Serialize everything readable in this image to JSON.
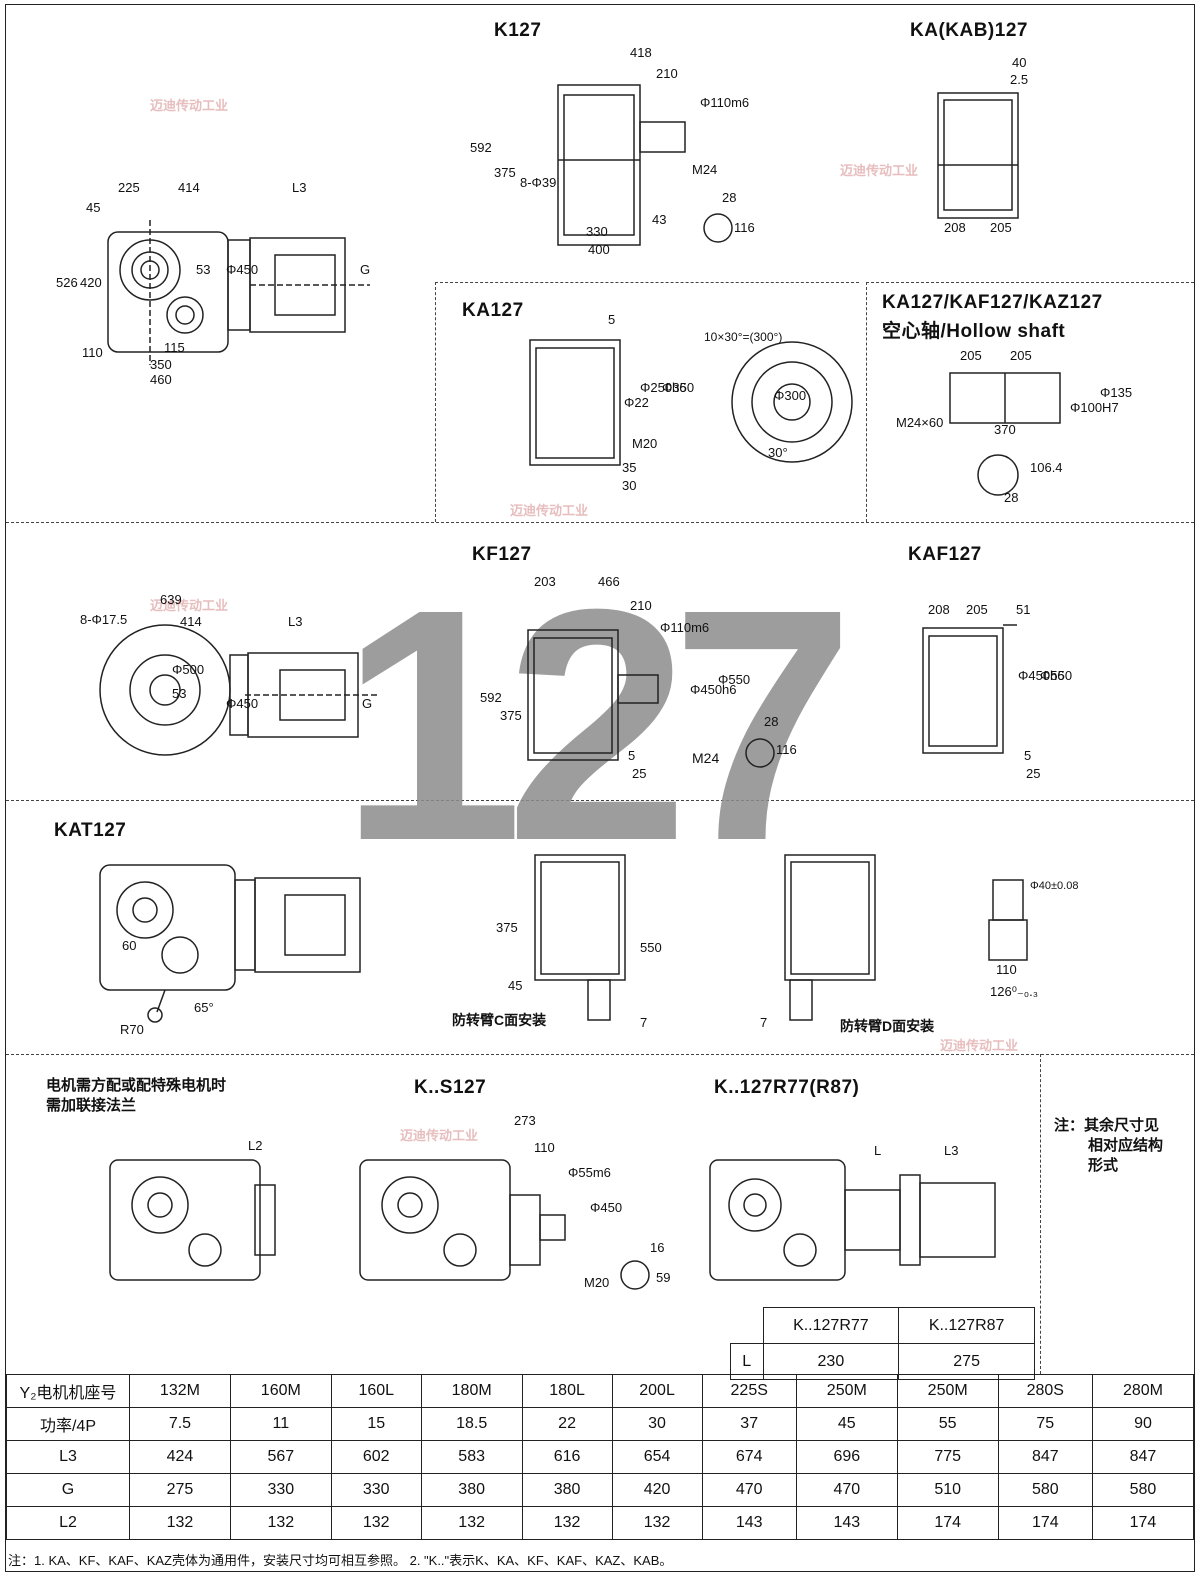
{
  "watermark_text": "127",
  "stamp_text": "迈迪传动工业",
  "titles": {
    "k127": "K127",
    "ka_kab127": "KA(KAB)127",
    "ka127": "KA127",
    "hollow_line1": "KA127/KAF127/KAZ127",
    "hollow_line2": "空心轴/Hollow shaft",
    "kf127": "KF127",
    "kaf127": "KAF127",
    "kat127": "KAT127",
    "ks127": "K..S127",
    "kr127": "K..127R77(R87)"
  },
  "notes": {
    "motor_line1": "电机需方配或配特殊电机时",
    "motor_line2": "需加联接法兰",
    "side_line1": "注：其余尺寸见",
    "side_line2": "相对应结构",
    "side_line3": "形式",
    "arm_c": "防转臂C面安装",
    "arm_d": "防转臂D面安装"
  },
  "dims": {
    "k127_top": [
      "225",
      "414",
      "L3",
      "45",
      "526",
      "420",
      "53",
      "Φ450",
      "G",
      "110",
      "115",
      "350",
      "460"
    ],
    "k127_side": [
      "418",
      "210",
      "Φ110m6",
      "592",
      "375",
      "8-Φ39",
      "M24",
      "28",
      "116",
      "330",
      "400",
      "43"
    ],
    "kab": [
      "40",
      "2.5",
      "208",
      "205"
    ],
    "ka127": [
      "5",
      "Φ22",
      "Φ250h6",
      "Φ350",
      "M20",
      "35",
      "30",
      "10×30°=(300°)",
      "Φ300",
      "30°"
    ],
    "hollow": [
      "205",
      "205",
      "Φ135",
      "Φ100H7",
      "M24×60",
      "370",
      "106.4",
      "28"
    ],
    "kf_main": [
      "639",
      "8-Φ17.5",
      "414",
      "L3",
      "Φ500",
      "53",
      "Φ450",
      "G"
    ],
    "kf_side": [
      "203",
      "466",
      "210",
      "Φ110m6",
      "Φ450h6",
      "Φ550",
      "592",
      "375",
      "28",
      "116",
      "M24",
      "5",
      "25"
    ],
    "kaf": [
      "208",
      "205",
      "51",
      "Φ450h6",
      "Φ550",
      "5",
      "25"
    ],
    "kat": [
      "60",
      "65°",
      "R70"
    ],
    "arm": [
      "375",
      "45",
      "550",
      "7",
      "7"
    ],
    "shaft": [
      "Φ40±0.08",
      "110",
      "126⁰₋₀.₃"
    ],
    "ks": [
      "L2",
      "273",
      "110",
      "Φ55m6",
      "Φ450",
      "16",
      "M20",
      "59"
    ],
    "kr": [
      "L",
      "L3"
    ]
  },
  "small_table": {
    "row_label": "L",
    "headers": [
      "K..127R77",
      "K..127R87"
    ],
    "values": [
      "230",
      "275"
    ]
  },
  "main_table": {
    "headers": [
      "Y₂电机机座号",
      "132M",
      "160M",
      "160L",
      "180M",
      "180L",
      "200L",
      "225S",
      "250M",
      "250M",
      "280S",
      "280M"
    ],
    "rows": [
      [
        "功率/4P",
        "7.5",
        "11",
        "15",
        "18.5",
        "22",
        "30",
        "37",
        "45",
        "55",
        "75",
        "90"
      ],
      [
        "L3",
        "424",
        "567",
        "602",
        "583",
        "616",
        "654",
        "674",
        "696",
        "775",
        "847",
        "847"
      ],
      [
        "G",
        "275",
        "330",
        "330",
        "380",
        "380",
        "420",
        "470",
        "470",
        "510",
        "580",
        "580"
      ],
      [
        "L2",
        "132",
        "132",
        "132",
        "132",
        "132",
        "132",
        "143",
        "143",
        "174",
        "174",
        "174"
      ]
    ]
  },
  "footnote": "注：1. KA、KF、KAF、KAZ壳体为通用件，安装尺寸均可相互参照。   2. \"K..\"表示K、KA、KF、KAF、KAZ、KAB。"
}
